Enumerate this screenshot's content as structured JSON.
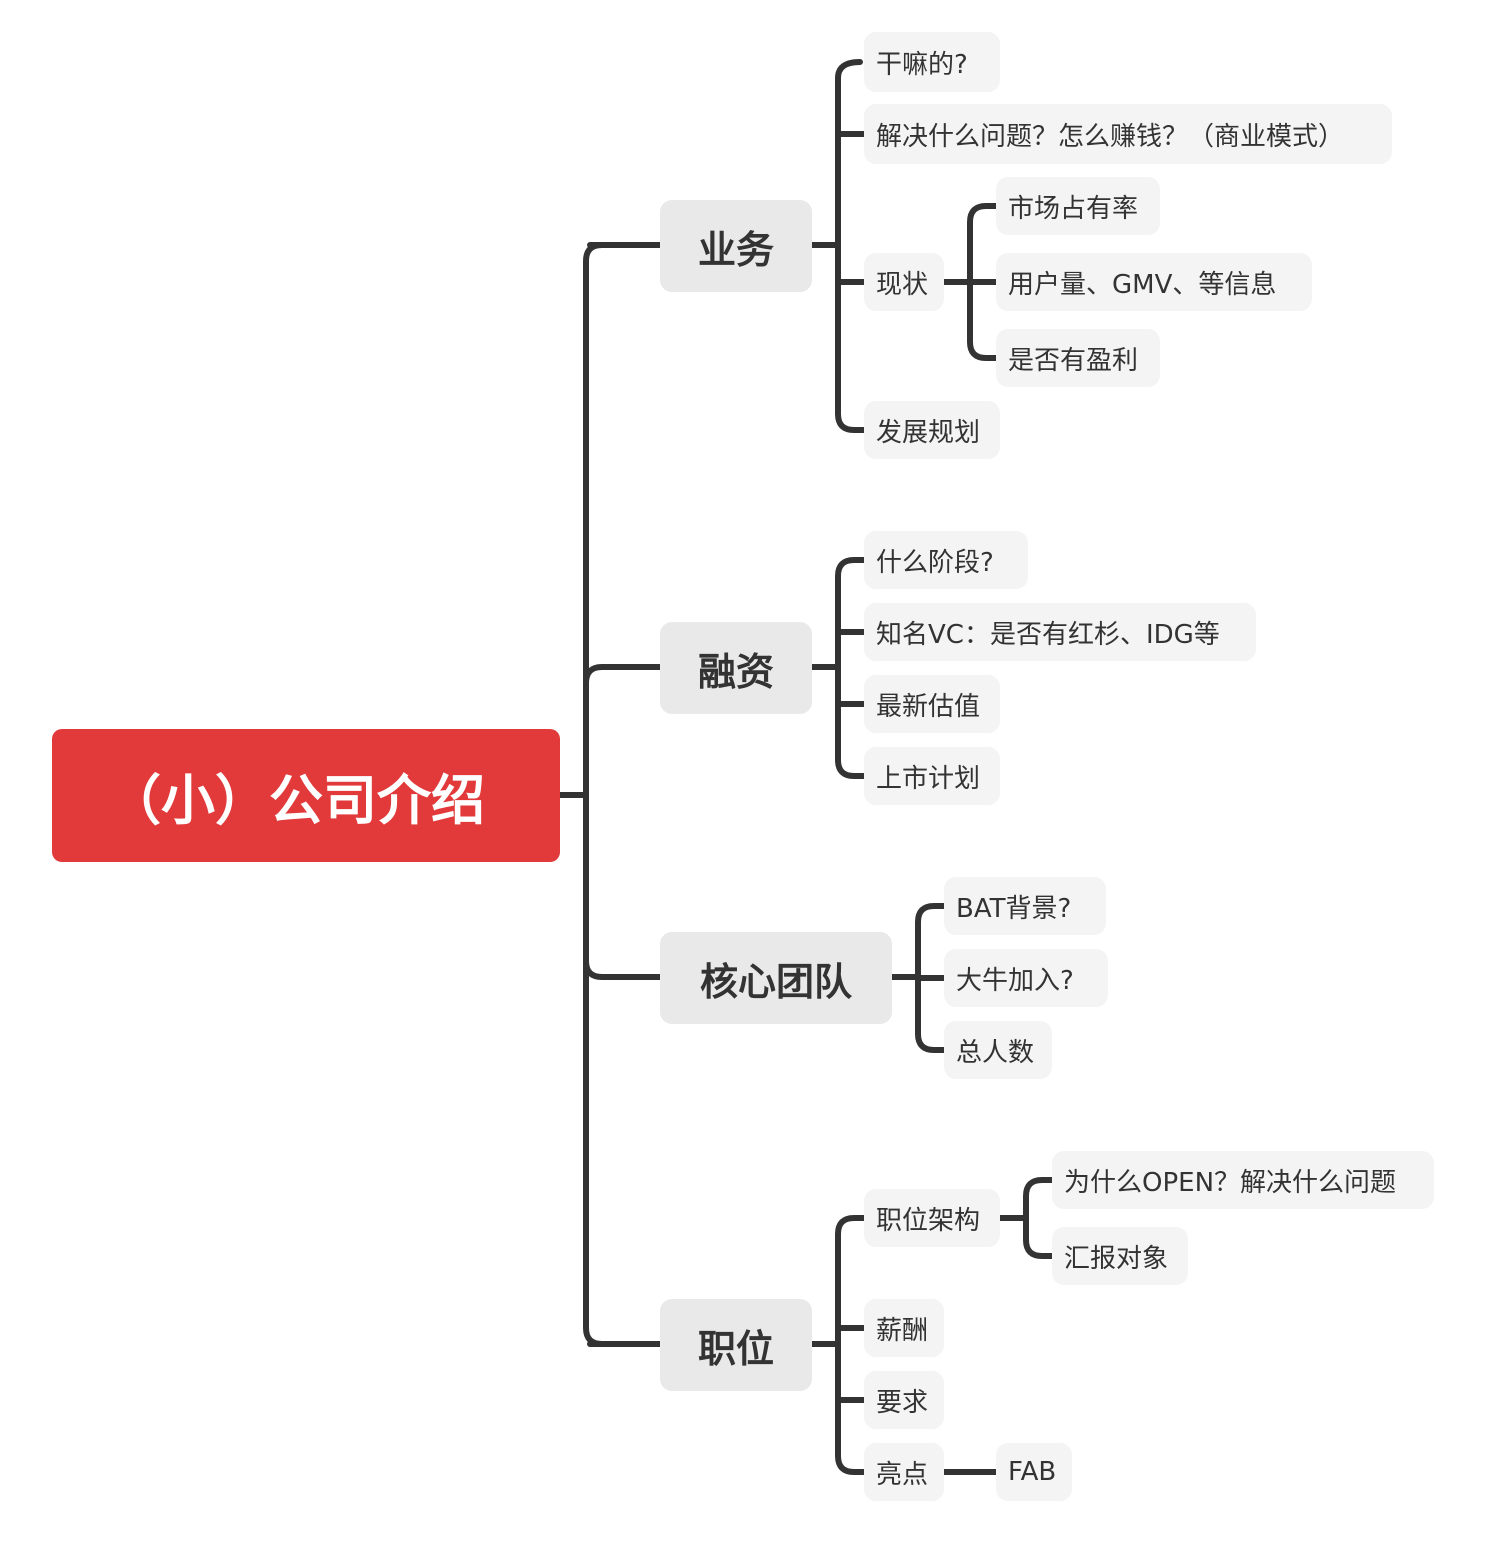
{
  "root": {
    "label": "（小）公司介绍"
  },
  "branches": [
    {
      "label": "业务",
      "children": [
        {
          "label": "干嘛的?"
        },
        {
          "label": "解决什么问题？怎么赚钱？（商业模式）"
        },
        {
          "label": "现状",
          "children": [
            {
              "label": "市场占有率"
            },
            {
              "label": "用户量、GMV、等信息"
            },
            {
              "label": "是否有盈利"
            }
          ]
        },
        {
          "label": "发展规划"
        }
      ]
    },
    {
      "label": "融资",
      "children": [
        {
          "label": "什么阶段?"
        },
        {
          "label": "知名VC：是否有红杉、IDG等"
        },
        {
          "label": "最新估值"
        },
        {
          "label": "上市计划"
        }
      ]
    },
    {
      "label": "核心团队",
      "children": [
        {
          "label": "BAT背景?"
        },
        {
          "label": "大牛加入?"
        },
        {
          "label": "总人数"
        }
      ]
    },
    {
      "label": "职位",
      "children": [
        {
          "label": "职位架构",
          "children": [
            {
              "label": "为什么OPEN？解决什么问题"
            },
            {
              "label": "汇报对象"
            }
          ]
        },
        {
          "label": "薪酬"
        },
        {
          "label": "要求"
        },
        {
          "label": "亮点",
          "children": [
            {
              "label": "FAB"
            }
          ]
        }
      ]
    }
  ],
  "colors": {
    "root_fill": "#e23a3a",
    "branch_fill": "#e9e9e9",
    "leaf_fill": "#f4f4f4",
    "connector": "#333333",
    "text": "#333333"
  }
}
